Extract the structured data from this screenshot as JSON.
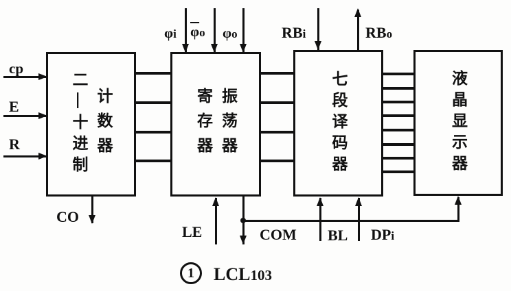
{
  "diagram": {
    "left_inputs": [
      {
        "label": "cp"
      },
      {
        "label": "E"
      },
      {
        "label": "R"
      }
    ],
    "top_signals": {
      "phi_i": {
        "base": "φ",
        "sub": "i"
      },
      "phi_o_bar": {
        "base": "φ",
        "sub": "o",
        "overline": true
      },
      "phi_o": {
        "base": "φ",
        "sub": "o"
      },
      "rb_in": {
        "base": "RB",
        "sub": "i"
      },
      "rb_out": {
        "base": "RB",
        "sub": "o"
      }
    },
    "bottom_signals": {
      "carry_out": "CO",
      "latch_enable": "LE",
      "common": "COM",
      "blanking": "BL",
      "decimal_point": {
        "base": "DP",
        "sub": "i"
      }
    },
    "blocks": [
      {
        "id": "decade-counter",
        "columns": [
          "二—十进制",
          "计数器"
        ]
      },
      {
        "id": "register-oscillator",
        "columns": [
          "寄存器",
          "振荡器"
        ]
      },
      {
        "id": "seven-segment-decoder",
        "columns": [
          "七段译码器"
        ]
      },
      {
        "id": "lcd-display",
        "columns": [
          "液晶显示器"
        ]
      }
    ],
    "bus_lines": {
      "counter_to_register": 4,
      "register_to_decoder": 4,
      "decoder_to_display": 8
    }
  },
  "caption": {
    "index": "1",
    "parts": [
      "LCL",
      "103"
    ]
  },
  "colors": {
    "ink": "#111111",
    "background": "#fdfdfc"
  }
}
